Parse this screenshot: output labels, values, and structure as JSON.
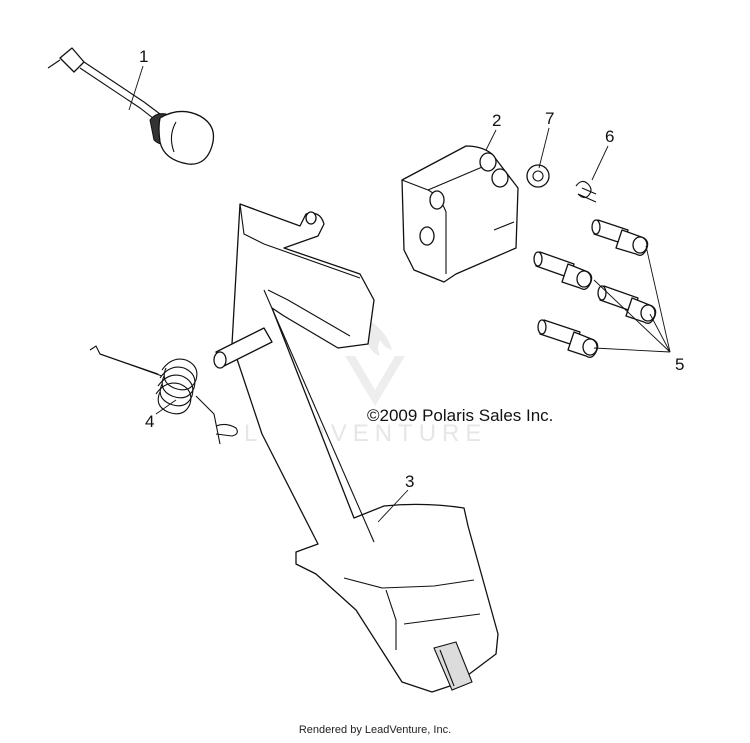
{
  "diagram": {
    "callouts": [
      "1",
      "2",
      "3",
      "4",
      "5",
      "6",
      "7"
    ],
    "copyright": "©2009 Polaris Sales Inc.",
    "watermark": "LEADVENTURE"
  },
  "footer": {
    "rendered_by": "Rendered by LeadVenture, Inc."
  }
}
